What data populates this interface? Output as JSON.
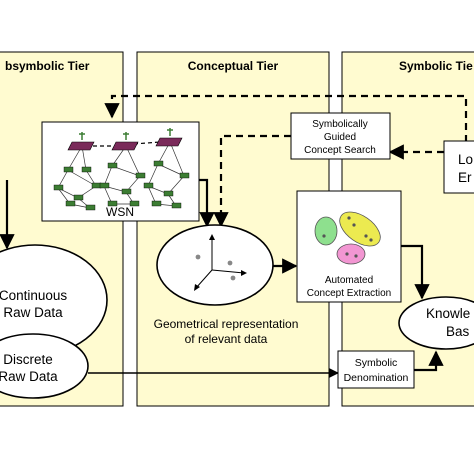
{
  "tiers": {
    "subsymbolic": "bsymbolic Tier",
    "conceptual": "Conceptual Tier",
    "symbolic": "Symbolic Tie"
  },
  "nodes": {
    "wsn": "WSN",
    "continuous_line1": "Continuous",
    "continuous_line2": "Raw Data",
    "discrete_line1": "Discrete",
    "discrete_line2": "Raw Data",
    "geom_line1": "Geometrical representation",
    "geom_line2": "of relevant data",
    "ace_line1": "Automated",
    "ace_line2": "Concept Extraction",
    "sgcs_line1": "Symbolically",
    "sgcs_line2": "Guided",
    "sgcs_line3": "Concept Search",
    "lo_line1": "Lo",
    "lo_line2": "Er",
    "kb_line1": "Knowle",
    "kb_line2": "Bas",
    "sd_line1": "Symbolic",
    "sd_line2": "Denomination"
  },
  "colors": {
    "tier_fill": "#fffbd0",
    "cluster_green": "#8ee08e",
    "cluster_yellow": "#ecea50",
    "cluster_pink": "#f296d2",
    "sensor_green": "#3c7d33",
    "sensor_purple": "#7a2a5a"
  }
}
